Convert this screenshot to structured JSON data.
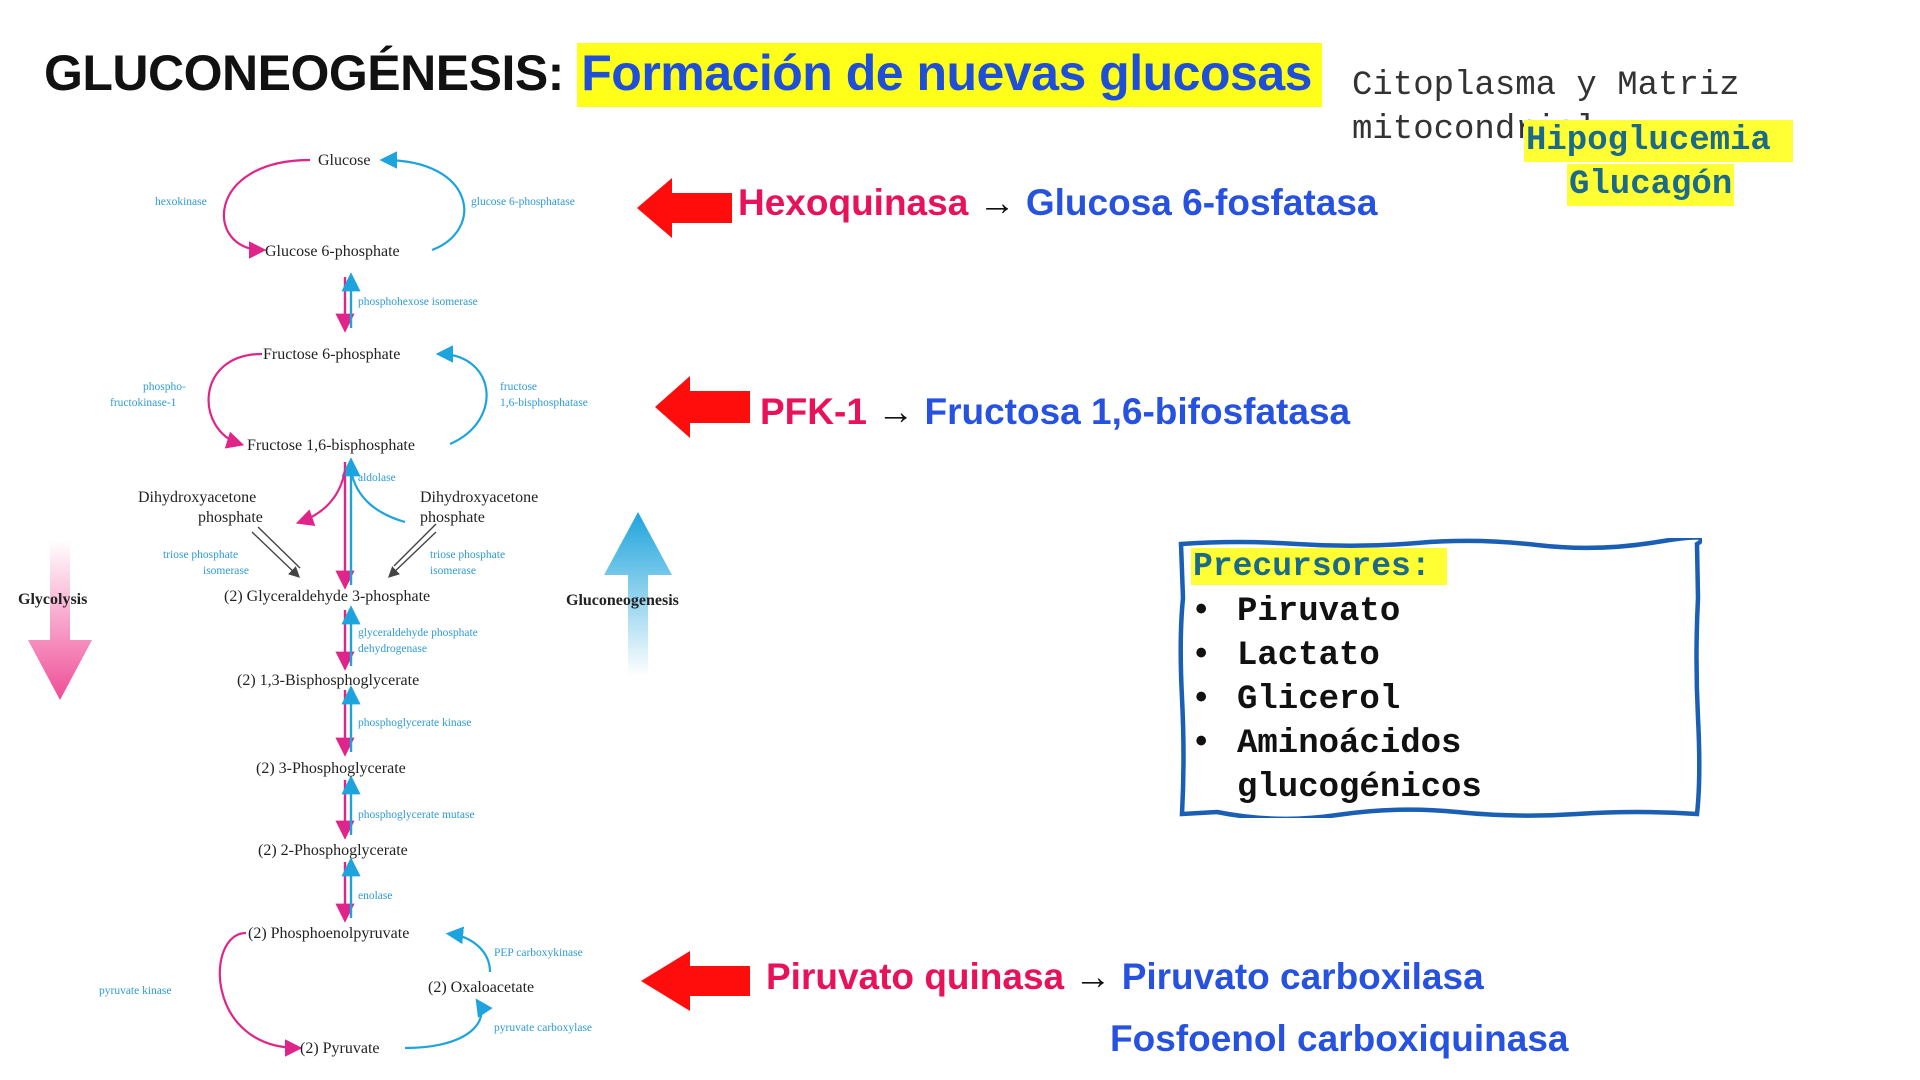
{
  "title": {
    "prefix": "GLUCONEOGÉNESIS:",
    "highlight": "Formación de nuevas glucosas"
  },
  "location": "Citoplasma y Matriz mitocondrial",
  "triggers": [
    "Hipoglucemia",
    "Glucagón"
  ],
  "enzyme_pairs": [
    {
      "glycolytic": "Hexoquinasa",
      "arrow": "→",
      "gluconeogenic": "Glucosa 6-fosfatasa"
    },
    {
      "glycolytic": "PFK-1",
      "arrow": "→",
      "gluconeogenic": "Fructosa 1,6-bifosfatasa"
    },
    {
      "glycolytic": "Piruvato quinasa",
      "arrow": "→",
      "gluconeogenic": "Piruvato carboxilasa",
      "extra": "Fosfoenol carboxiquinasa"
    }
  ],
  "precursors": {
    "heading": "Precursores:",
    "items": [
      "Piruvato",
      "Lactato",
      "Glicerol",
      "Aminoácidos",
      "glucogénicos"
    ]
  },
  "pathway": {
    "metabolites": {
      "glucose": "Glucose",
      "g6p": "Glucose 6-phosphate",
      "f6p": "Fructose 6-phosphate",
      "f16bp": "Fructose 1,6-bisphosphate",
      "dhap_left_1": "Dihydroxyacetone",
      "dhap_left_2": "phosphate",
      "dhap_right_1": "Dihydroxyacetone",
      "dhap_right_2": "phosphate",
      "gap": "(2) Glyceraldehyde 3-phosphate",
      "bpg": "(2) 1,3-Bisphosphoglycerate",
      "pg3": "(2) 3-Phosphoglycerate",
      "pg2": "(2) 2-Phosphoglycerate",
      "pep": "(2) Phosphoenolpyruvate",
      "oaa": "(2) Oxaloacetate",
      "pyr": "(2) Pyruvate"
    },
    "enzymes": {
      "hexokinase": "hexokinase",
      "g6pase": "glucose 6-phosphatase",
      "phi": "phosphohexose isomerase",
      "pfk_1": "phospho-",
      "pfk_2": "fructokinase-1",
      "fbpase_1": "fructose",
      "fbpase_2": "1,6-bisphosphatase",
      "aldolase": "aldolase",
      "tpi_left_1": "triose phosphate",
      "tpi_left_2": "isomerase",
      "tpi_right_1": "triose phosphate",
      "tpi_right_2": "isomerase",
      "gapdh_1": "glyceraldehyde phosphate",
      "gapdh_2": "dehydrogenase",
      "pgk": "phosphoglycerate kinase",
      "pgm": "phosphoglycerate mutase",
      "enolase": "enolase",
      "pepck": "PEP carboxykinase",
      "pk": "pyruvate kinase",
      "pc": "pyruvate carboxylase"
    },
    "direction_labels": {
      "glycolysis": "Glycolysis",
      "gluconeogenesis": "Gluconeogenesis"
    }
  },
  "colors": {
    "glycolysis": "#e0258a",
    "gluconeogenesis": "#1ea4dc",
    "red_arrow": "#ff0d0d",
    "highlight": "#ffff33"
  }
}
